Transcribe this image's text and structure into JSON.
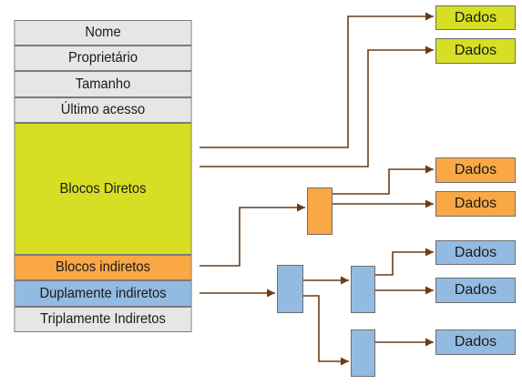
{
  "inode": {
    "nome": "Nome",
    "proprietario": "Proprietário",
    "tamanho": "Tamanho",
    "ultimo_acesso": "Último acesso",
    "blocos_diretos": "Blocos Diretos",
    "blocos_indiretos": "Blocos indiretos",
    "duplamente_indiretos": "Duplamente indiretos",
    "triplamente_indiretos": "Triplamente Indiretos"
  },
  "dados": [
    "Dados",
    "Dados",
    "Dados",
    "Dados",
    "Dados",
    "Dados",
    "Dados"
  ],
  "colors": {
    "metadata_fill": "#e6e6e7",
    "direct_fill": "#d6df23",
    "single_indirect_fill": "#f9a845",
    "double_indirect_fill": "#93bbe2",
    "arrow": "#6b3d17"
  }
}
